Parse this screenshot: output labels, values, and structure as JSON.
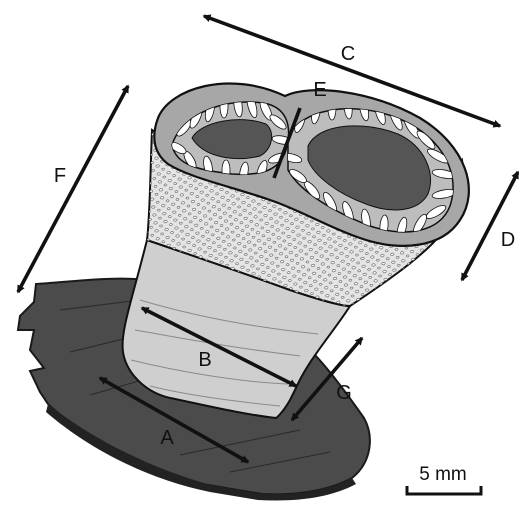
{
  "labels": {
    "A": "A",
    "B": "B",
    "C": "C",
    "D": "D",
    "E": "E",
    "F": "F",
    "G": "G"
  },
  "scale_bar": {
    "label": "5 mm"
  },
  "colors": {
    "rock": "#4b4b4b",
    "rock_edge": "#1a1a1a",
    "stem_base": "#cfcfcf",
    "cortex": "#a7a7a7",
    "lobe_core": "#555555",
    "lobe_ring": "#bdbdbd",
    "line": "#111111"
  }
}
